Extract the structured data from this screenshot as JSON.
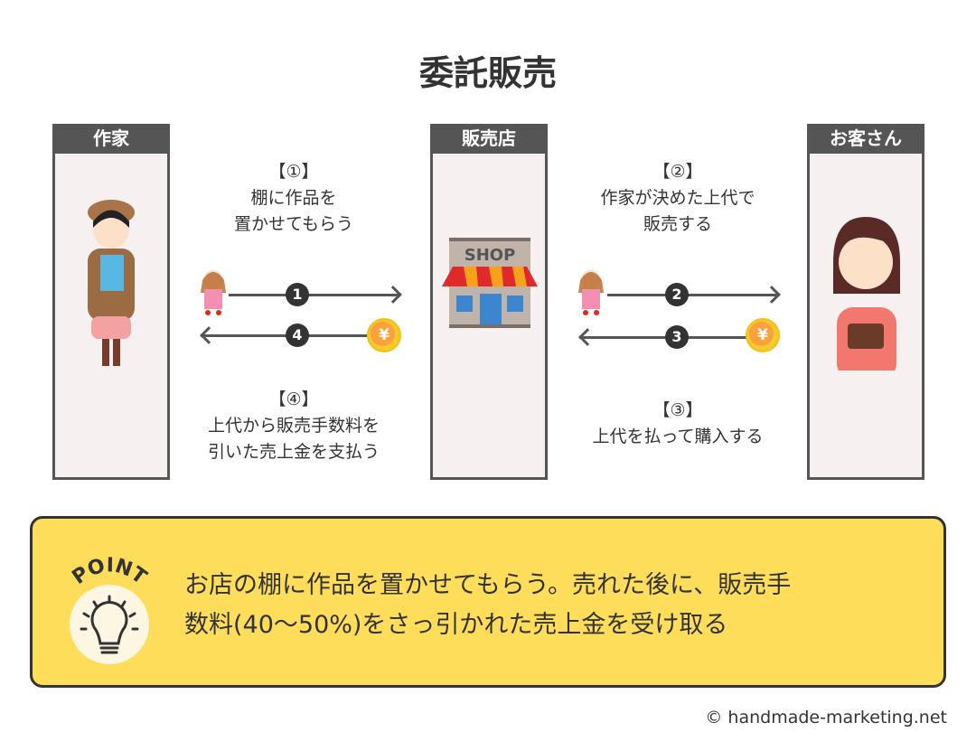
{
  "title": "委託販売",
  "columns": {
    "artist": "作家",
    "shop": "販売店",
    "customer": "お客さん"
  },
  "steps": [
    {
      "label": "【①】",
      "text": [
        "棚に作品を",
        "置かせてもらう"
      ],
      "num": "1"
    },
    {
      "label": "【②】",
      "text": [
        "作家が決めた上代で",
        "販売する"
      ],
      "num": "2"
    },
    {
      "label": "【③】",
      "text": [
        "上代を払って購入する"
      ],
      "num": "3"
    },
    {
      "label": "【④】",
      "text": [
        "上代から販売手数料を",
        "引いた売上金を支払う"
      ],
      "num": "4"
    }
  ],
  "shop_sign": "SHOP",
  "coin_symbol": "¥",
  "point": {
    "badge": "POINT",
    "lines": [
      "お店の棚に作品を置かせてもらう。売れた後に、販売手",
      "数料(40〜50%)をさっ引かれた売上金を受け取る"
    ]
  },
  "copyright": "© handmade-marketing.net"
}
